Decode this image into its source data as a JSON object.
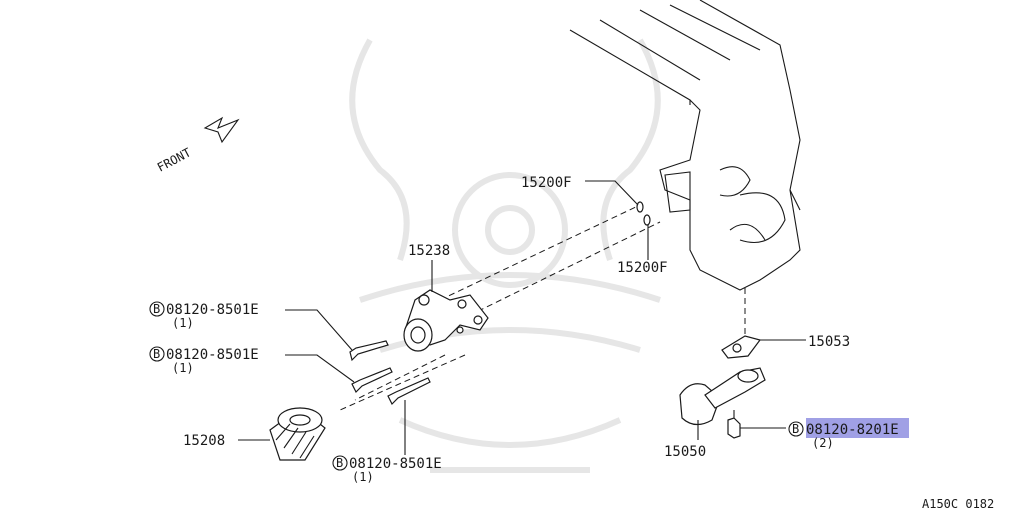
{
  "diagram": {
    "front_label": "FRONT",
    "figure_code": "A150C 0182",
    "callouts": {
      "filter_bracket_oring_upper": "15200F",
      "filter_bracket_oring_lower": "15200F",
      "filter_bracket": "15238",
      "oil_filter": "15208",
      "strainer_gasket": "15053",
      "oil_strainer": "15050"
    },
    "bolts": [
      {
        "badge": "B",
        "part": "08120-8501E",
        "qty": "(1)"
      },
      {
        "badge": "B",
        "part": "08120-8501E",
        "qty": "(1)"
      },
      {
        "badge": "B",
        "part": "08120-8501E",
        "qty": "(1)"
      },
      {
        "badge": "B",
        "part": "08120-8201E",
        "qty": "(2)",
        "highlighted": true
      }
    ],
    "highlight_color": "#8f8fe0"
  }
}
